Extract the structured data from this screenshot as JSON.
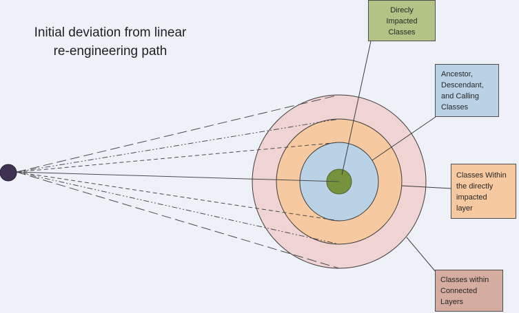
{
  "title": {
    "line1": "Initial deviation from linear",
    "line2": "re-engineering path"
  },
  "labels": {
    "direct": [
      "Direcly",
      "Impacted",
      "Classes"
    ],
    "ancestor": [
      "Ancestor,",
      "Descendant,",
      "and Calling",
      "Classes"
    ],
    "layer": [
      "Classes Within",
      "the directly",
      "impacted",
      "layer"
    ],
    "connected": [
      "Classes within",
      "Connected",
      "Layers"
    ]
  },
  "colors": {
    "outer_ring": "#f0d3d3",
    "middle_ring": "#f6c9a0",
    "inner_ring": "#b9d2e6",
    "core": "#76923c",
    "origin": "#3f3151"
  }
}
